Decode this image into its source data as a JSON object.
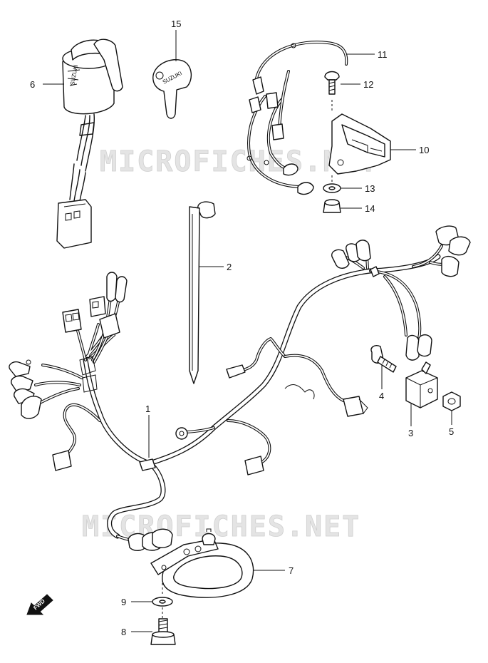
{
  "watermarks": [
    "MICROFICHES.NET",
    "MICROFICHES.NET"
  ],
  "key_lettering": "SUZUKI",
  "fwd_label": "FWD",
  "callouts": [
    {
      "id": "15",
      "label": "15"
    },
    {
      "id": "6",
      "label": "6"
    },
    {
      "id": "11",
      "label": "11"
    },
    {
      "id": "12",
      "label": "12"
    },
    {
      "id": "10",
      "label": "10"
    },
    {
      "id": "13",
      "label": "13"
    },
    {
      "id": "14",
      "label": "14"
    },
    {
      "id": "2",
      "label": "2"
    },
    {
      "id": "1",
      "label": "1"
    },
    {
      "id": "4",
      "label": "4"
    },
    {
      "id": "3",
      "label": "3"
    },
    {
      "id": "5",
      "label": "5"
    },
    {
      "id": "7",
      "label": "7"
    },
    {
      "id": "9",
      "label": "9"
    },
    {
      "id": "8",
      "label": "8"
    }
  ]
}
